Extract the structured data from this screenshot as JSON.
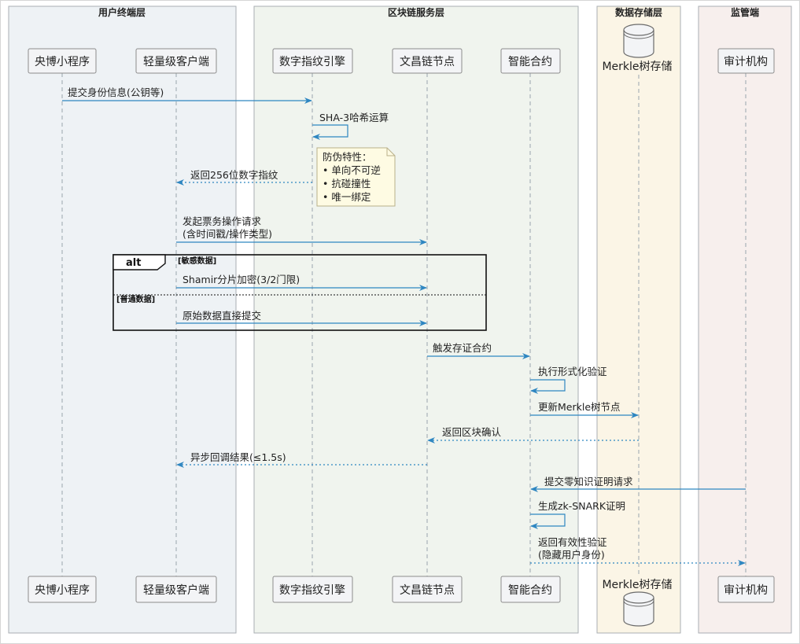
{
  "lanes": [
    {
      "title": "用户终端层",
      "fill": "#eef2f5"
    },
    {
      "title": "区块链服务层",
      "fill": "#f0f4ee"
    },
    {
      "title": "数据存储层",
      "fill": "#fbf5e6"
    },
    {
      "title": "监管端",
      "fill": "#f7efed"
    }
  ],
  "participants": [
    {
      "id": "p1",
      "label": "央博小程序",
      "kind": "box"
    },
    {
      "id": "p2",
      "label": "轻量级客户端",
      "kind": "box"
    },
    {
      "id": "p3",
      "label": "数字指纹引擎",
      "kind": "box"
    },
    {
      "id": "p4",
      "label": "文昌链节点",
      "kind": "box"
    },
    {
      "id": "p5",
      "label": "智能合约",
      "kind": "box"
    },
    {
      "id": "p6",
      "label": "Merkle树存储",
      "kind": "database"
    },
    {
      "id": "p7",
      "label": "审计机构",
      "kind": "box"
    }
  ],
  "messages": [
    {
      "id": "m1",
      "from": "p1",
      "to": "p3",
      "lines": [
        "提交身份信息(公钥等)"
      ],
      "style": "solid"
    },
    {
      "id": "m2",
      "from": "p3",
      "to": "p3",
      "lines": [
        "SHA-3哈希运算"
      ],
      "style": "solid"
    },
    {
      "id": "m3",
      "from": "p3",
      "to": "p2",
      "lines": [
        "返回256位数字指纹"
      ],
      "style": "dotted"
    },
    {
      "id": "m4",
      "from": "p2",
      "to": "p4",
      "lines": [
        "发起票务操作请求",
        "(含时间戳/操作类型)"
      ],
      "style": "solid"
    },
    {
      "id": "m5",
      "from": "p2",
      "to": "p4",
      "lines": [
        "Shamir分片加密(3/2门限)"
      ],
      "style": "solid"
    },
    {
      "id": "m6",
      "from": "p2",
      "to": "p4",
      "lines": [
        "原始数据直接提交"
      ],
      "style": "solid"
    },
    {
      "id": "m7",
      "from": "p4",
      "to": "p5",
      "lines": [
        "触发存证合约"
      ],
      "style": "solid"
    },
    {
      "id": "m8",
      "from": "p5",
      "to": "p5",
      "lines": [
        "执行形式化验证"
      ],
      "style": "solid"
    },
    {
      "id": "m9",
      "from": "p5",
      "to": "p6",
      "lines": [
        "更新Merkle树节点"
      ],
      "style": "solid"
    },
    {
      "id": "m10",
      "from": "p6",
      "to": "p4",
      "lines": [
        "返回区块确认"
      ],
      "style": "dotted"
    },
    {
      "id": "m11",
      "from": "p4",
      "to": "p2",
      "lines": [
        "异步回调结果(≤1.5s)"
      ],
      "style": "dotted"
    },
    {
      "id": "m12",
      "from": "p7",
      "to": "p5",
      "lines": [
        "提交零知识证明请求"
      ],
      "style": "solid"
    },
    {
      "id": "m13",
      "from": "p5",
      "to": "p5",
      "lines": [
        "生成zk-SNARK证明"
      ],
      "style": "solid"
    },
    {
      "id": "m14",
      "from": "p5",
      "to": "p7",
      "lines": [
        "返回有效性验证",
        "(隐藏用户身份)"
      ],
      "style": "dotted"
    }
  ],
  "note": {
    "lines": [
      "防伪特性：",
      "• 单向不可逆",
      "• 抗碰撞性",
      "• 唯一绑定"
    ]
  },
  "fragment": {
    "label": "alt",
    "guard1": "[敏感数据]",
    "guard2": "[普通数据]"
  },
  "colors": {
    "arrow": "#2e86c1",
    "lifeline": "#9aa5ad",
    "participant_fill": "#f3f4f6",
    "participant_border": "#8c8c8c",
    "note_fill": "#fefbe3",
    "note_border": "#b9b08a",
    "frame": "#111111"
  }
}
